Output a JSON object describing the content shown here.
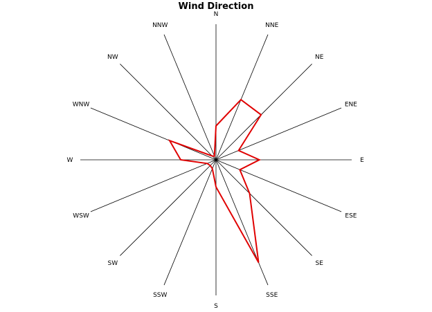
{
  "chart_data": {
    "type": "radar",
    "title": "Wind Direction",
    "directions": [
      "N",
      "NNE",
      "NE",
      "ENE",
      "E",
      "ESE",
      "SE",
      "SSE",
      "S",
      "SSW",
      "SW",
      "WSW",
      "W",
      "WNW",
      "NW",
      "NNW"
    ],
    "values": [
      0.25,
      0.48,
      0.47,
      0.18,
      0.32,
      0.19,
      0.35,
      0.82,
      0.2,
      0.07,
      0.06,
      0.07,
      0.26,
      0.37,
      0.04,
      0.03
    ],
    "rmax": 1.0,
    "series_color": "#e00000",
    "axis_color": "#000000"
  }
}
